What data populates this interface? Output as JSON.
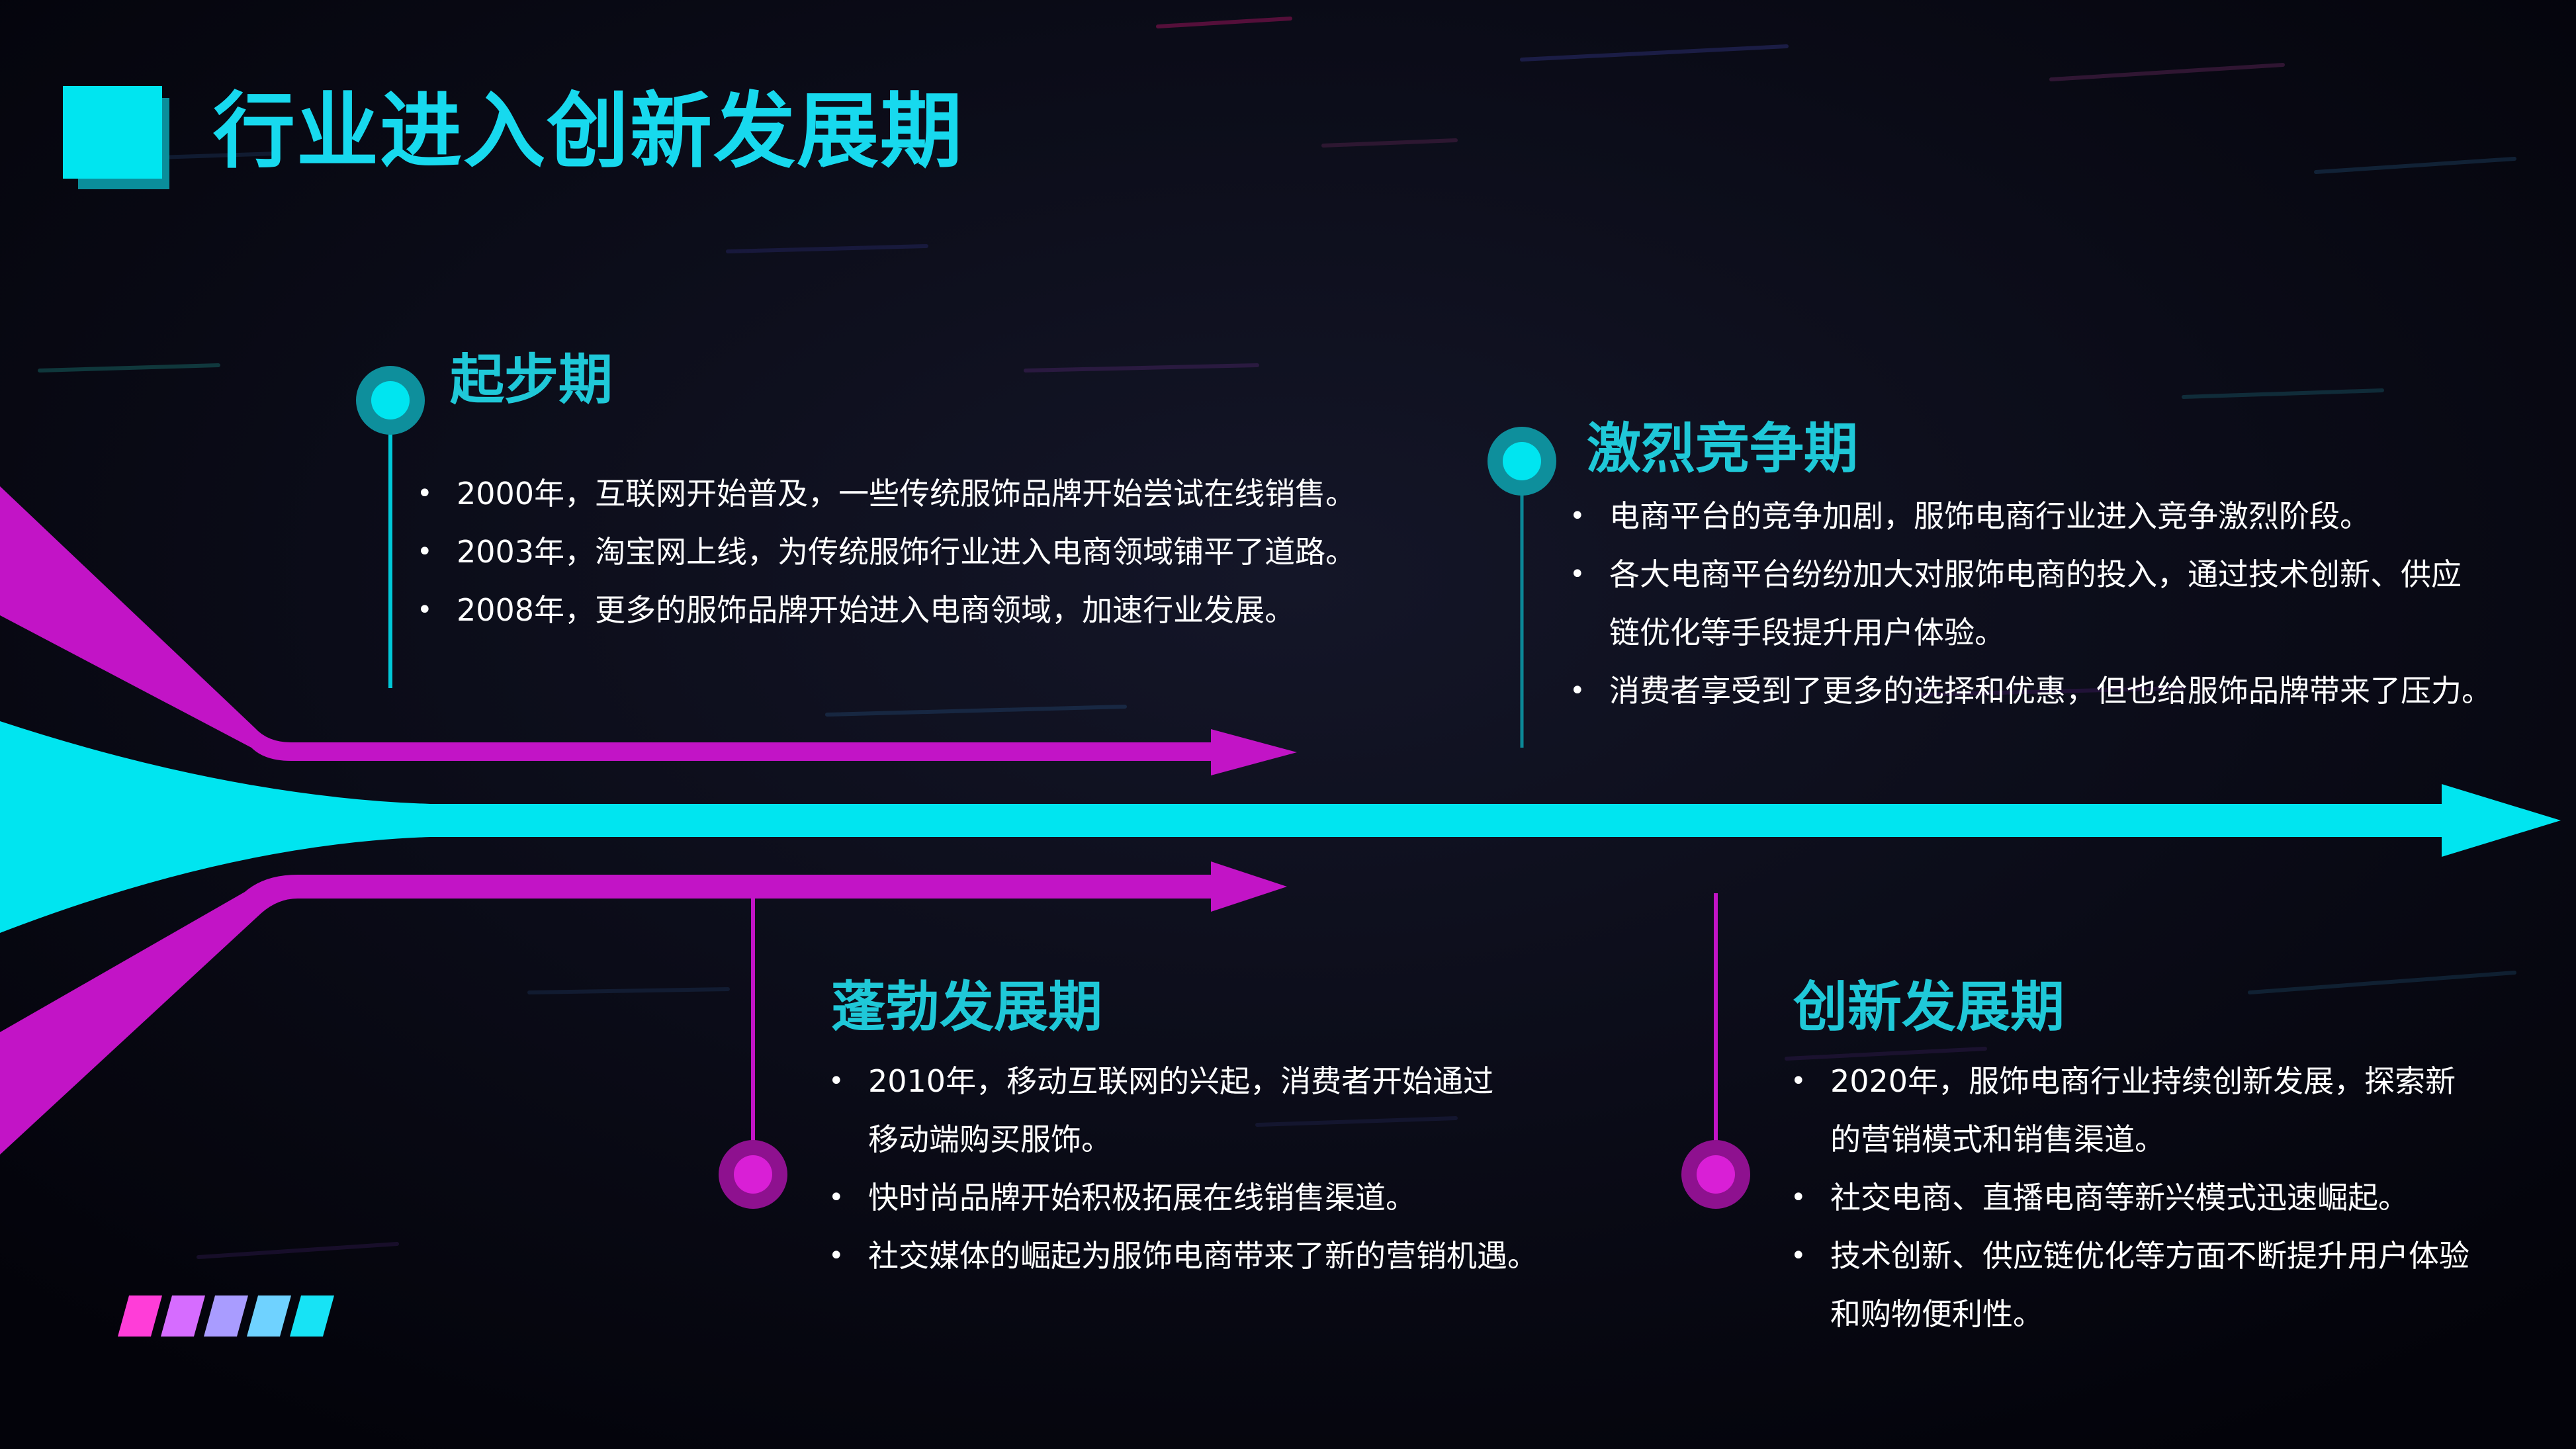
{
  "page": {
    "title": "行业进入创新发展期",
    "colors": {
      "cyan": "#00e5f0",
      "magenta": "#c214c6",
      "title": "#17d9ee",
      "background": "#05050c"
    }
  },
  "phases": [
    {
      "title": "起步期",
      "marker_color": "cyan",
      "bullets": [
        "2000年，互联网开始普及，一些传统服饰品牌开始尝试在线销售。",
        "2003年，淘宝网上线，为传统服饰行业进入电商领域铺平了道路。",
        "2008年，更多的服饰品牌开始进入电商领域，加速行业发展。"
      ]
    },
    {
      "title": "激烈竞争期",
      "marker_color": "cyan",
      "bullets": [
        "电商平台的竞争加剧，服饰电商行业进入竞争激烈阶段。",
        "各大电商平台纷纷加大对服饰电商的投入，通过技术创新、供应",
        "链优化等手段提升用户体验。",
        "消费者享受到了更多的选择和优惠，但也给服饰品牌带来了压力。"
      ]
    },
    {
      "title": "蓬勃发展期",
      "marker_color": "magenta",
      "bullets": [
        "2010年，移动互联网的兴起，消费者开始通过",
        "移动端购买服饰。",
        "快时尚品牌开始积极拓展在线销售渠道。",
        "社交媒体的崛起为服饰电商带来了新的营销机遇。"
      ]
    },
    {
      "title": "创新发展期",
      "marker_color": "magenta",
      "bullets": [
        "2020年，服饰电商行业持续创新发展，探索新",
        "的营销模式和销售渠道。",
        "社交电商、直播电商等新兴模式迅速崛起。",
        "技术创新、供应链优化等方面不断提升用户体验",
        "和购物便利性。"
      ]
    }
  ],
  "decor": {
    "stripe_colors": [
      "#ff3dd8",
      "#d66cff",
      "#a99cff",
      "#6fd2ff",
      "#17e3f5"
    ]
  }
}
